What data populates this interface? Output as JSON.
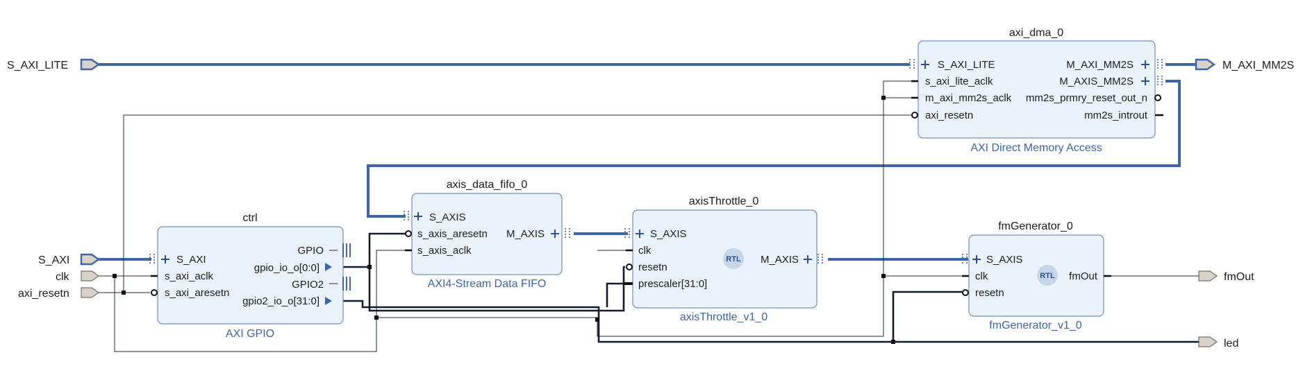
{
  "ports_in": {
    "s_axi_lite": "S_AXI_LITE",
    "s_axi": "S_AXI",
    "clk": "clk",
    "axi_resetn": "axi_resetn"
  },
  "ports_out": {
    "m_axi_mm2s": "M_AXI_MM2S",
    "fmout": "fmOut",
    "led": "led"
  },
  "blocks": {
    "dma": {
      "instance": "axi_dma_0",
      "ip_name": "AXI Direct Memory Access",
      "left_pins": [
        "S_AXI_LITE",
        "s_axi_lite_aclk",
        "m_axi_mm2s_aclk",
        "axi_resetn"
      ],
      "right_pins": [
        "M_AXI_MM2S",
        "M_AXIS_MM2S",
        "mm2s_prmry_reset_out_n",
        "mm2s_introut"
      ]
    },
    "ctrl": {
      "instance": "ctrl",
      "ip_name": "AXI GPIO",
      "left_pins": [
        "S_AXI",
        "s_axi_aclk",
        "s_axi_aresetn"
      ],
      "right_pins": [
        "GPIO",
        "gpio_io_o[0:0]",
        "GPIO2",
        "gpio2_io_o[31:0]"
      ]
    },
    "fifo": {
      "instance": "axis_data_fifo_0",
      "ip_name": "AXI4-Stream Data FIFO",
      "left_pins": [
        "S_AXIS",
        "s_axis_aresetn",
        "s_axis_aclk"
      ],
      "right_pins": [
        "M_AXIS"
      ]
    },
    "throttle": {
      "instance": "axisThrottle_0",
      "ip_name": "axisThrottle_v1_0",
      "left_pins": [
        "S_AXIS",
        "clk",
        "resetn",
        "prescaler[31:0]"
      ],
      "right_pins": [
        "M_AXIS"
      ],
      "badge": "RTL"
    },
    "fmgen": {
      "instance": "fmGenerator_0",
      "ip_name": "fmGenerator_v1_0",
      "left_pins": [
        "S_AXIS",
        "clk",
        "resetn"
      ],
      "right_pins": [
        "fmOut"
      ],
      "badge": "RTL"
    }
  }
}
